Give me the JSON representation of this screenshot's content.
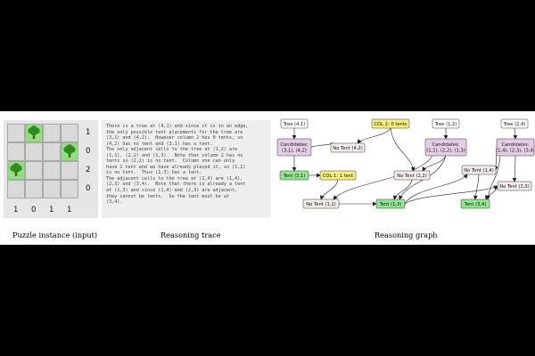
{
  "puzzle": {
    "rows": 4,
    "cols": 4,
    "trees": [
      [
        0,
        1
      ],
      [
        1,
        3
      ],
      [
        2,
        0
      ]
    ],
    "row_labels": [
      "1",
      "0",
      "2",
      "0"
    ],
    "col_labels": [
      "1",
      "0",
      "1",
      "1"
    ],
    "colors": {
      "tree_cell": "#8fe07c",
      "tree_foliage": "#2e8b1e",
      "tree_trunk": "#7a4a1d",
      "empty_cell": "#d9d9d9"
    }
  },
  "trace": {
    "lines": [
      "There is a tree at (4,1) and since it is in an edge,",
      "the only possible tent placements for the tree are",
      "(3,1) and (4,2).  However column 2 has 0 tents, so",
      "(4,2) has no tent and (3,1) has a tent.",
      "The only adjacent cells to the tree at (1,2) are",
      "(1,1), (2,2) and (1,3).  Note that column 2 has no",
      "tents so (2,2) is no tent.  Column one can only",
      "have 1 tent and we have already placed it, so (1,1)",
      "is no tent.  Thus (1,3) has a tent.",
      "The adjacent cells to the tree at (2,4) are (1,4),",
      "(2,3) and (3,4).  Note that there is already a tent",
      "at (1,3) and since (1,4) and (2,3) are adjacent,",
      "they cannot be tents.  So the tent must be at",
      "(3,4)."
    ]
  },
  "captions": {
    "puzzle": "Puzzle instance (input)",
    "trace": "Reasoning trace",
    "graph": "Reasoning graph"
  },
  "graph": {
    "colors": {
      "tree": "#ffffff",
      "constraint": "#f8f07a",
      "candidates": "#e6cde6",
      "no_tent": "#f6ecec",
      "tent": "#8fe88f",
      "edge": "#222222"
    },
    "nodes": {
      "tree41": "Tree (4,1)",
      "col2": "COL 2: 0 tents",
      "tree12": "Tree (1,2)",
      "tree24": "Tree (2,4)",
      "cand1": [
        "Candidates:",
        "(3,1), (4,2)"
      ],
      "notent42": "No Tent (4,2)",
      "cand2": [
        "Candidates:",
        "(1,1), (2,2), (1,3)"
      ],
      "cand3": [
        "Candidates:",
        "(1,4), (2,3), (3,4)"
      ],
      "tent31": "Tent (3,1)",
      "col1": "COL 1: 1 tent",
      "notent22": "No Tent (2,2)",
      "notent14": "No Tent (1,4)",
      "notent23": "No Tent (2,3)",
      "notent11": "No Tent (1,1)",
      "tent13": "Tent (1,3)",
      "tent34": "Tent (3,4)"
    }
  }
}
